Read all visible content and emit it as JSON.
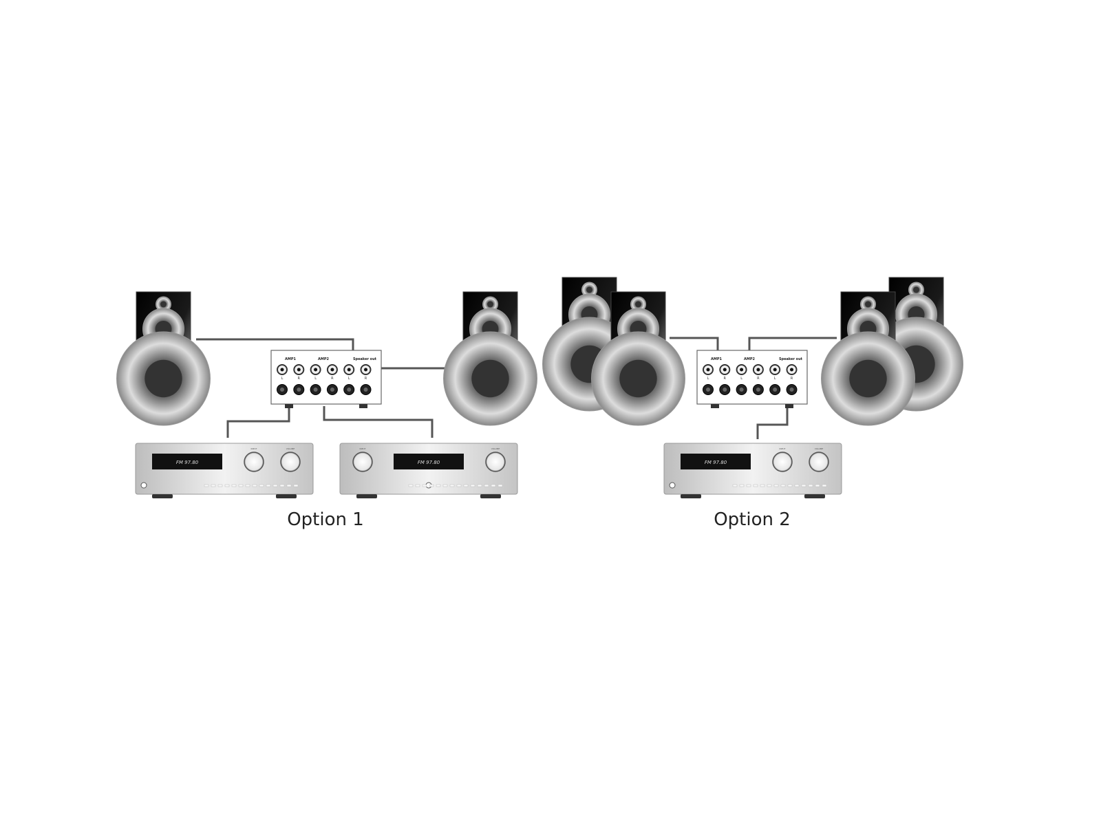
{
  "options": [
    {
      "label": "Option 1"
    },
    {
      "label": "Option 2"
    }
  ],
  "switch_box": {
    "labels": [
      "AMP1",
      "AMP2",
      "Speaker out"
    ],
    "channel_labels": [
      "L",
      "R",
      "L",
      "R",
      "L",
      "R"
    ]
  },
  "amplifier": {
    "display_text": "FM   97.80",
    "knob_labels": [
      "INPUT",
      "VOLUME"
    ]
  },
  "colors": {
    "wire": "#555555",
    "speaker_body": "#111111",
    "amp_body": "#d9d9d9"
  }
}
